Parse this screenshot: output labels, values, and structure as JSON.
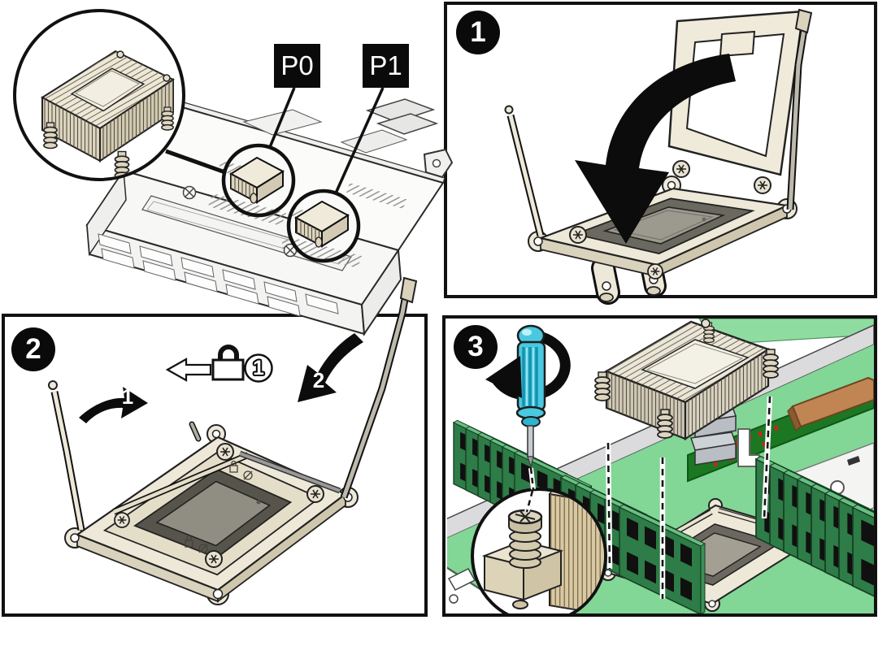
{
  "figure": {
    "type": "hardware-installation-diagram",
    "subject": "Server processor (CPU) socket and heatsink installation steps"
  },
  "overview": {
    "processor_0_label": "P0",
    "processor_1_label": "P1"
  },
  "panels": {
    "step1": {
      "badge": "1"
    },
    "step2": {
      "badge": "2",
      "lever_arrow_first": "1",
      "lever_arrow_second": "2",
      "lock_sequence_number": "1"
    },
    "step3": {
      "badge": "3"
    }
  },
  "icons": {
    "padlock": "lock-icon",
    "unlock_direction": "left-outline-arrow-icon",
    "close_load_plate": "curved-close-arrow-icon",
    "lever_arrows": "black-curved-arrow-icon",
    "screwdriver": "torx-screwdriver-icon",
    "rotation": "rotate-arrow-icon"
  },
  "colors": {
    "outline": "#111111",
    "metal_cream": "#EDE8D8",
    "metal_shadow": "#D9D2BC",
    "socket_recess": "#6B695F",
    "cpu_gray": "#9C9A8F",
    "board_green": "#82D696",
    "pcb_dark_green": "#1C7723",
    "dimm_green": "#2E7C47",
    "screwdriver_teal": "#49C8E0",
    "connector_brown": "#C08552",
    "label_background": "#0A0A0A",
    "label_text": "#FFFFFF"
  }
}
